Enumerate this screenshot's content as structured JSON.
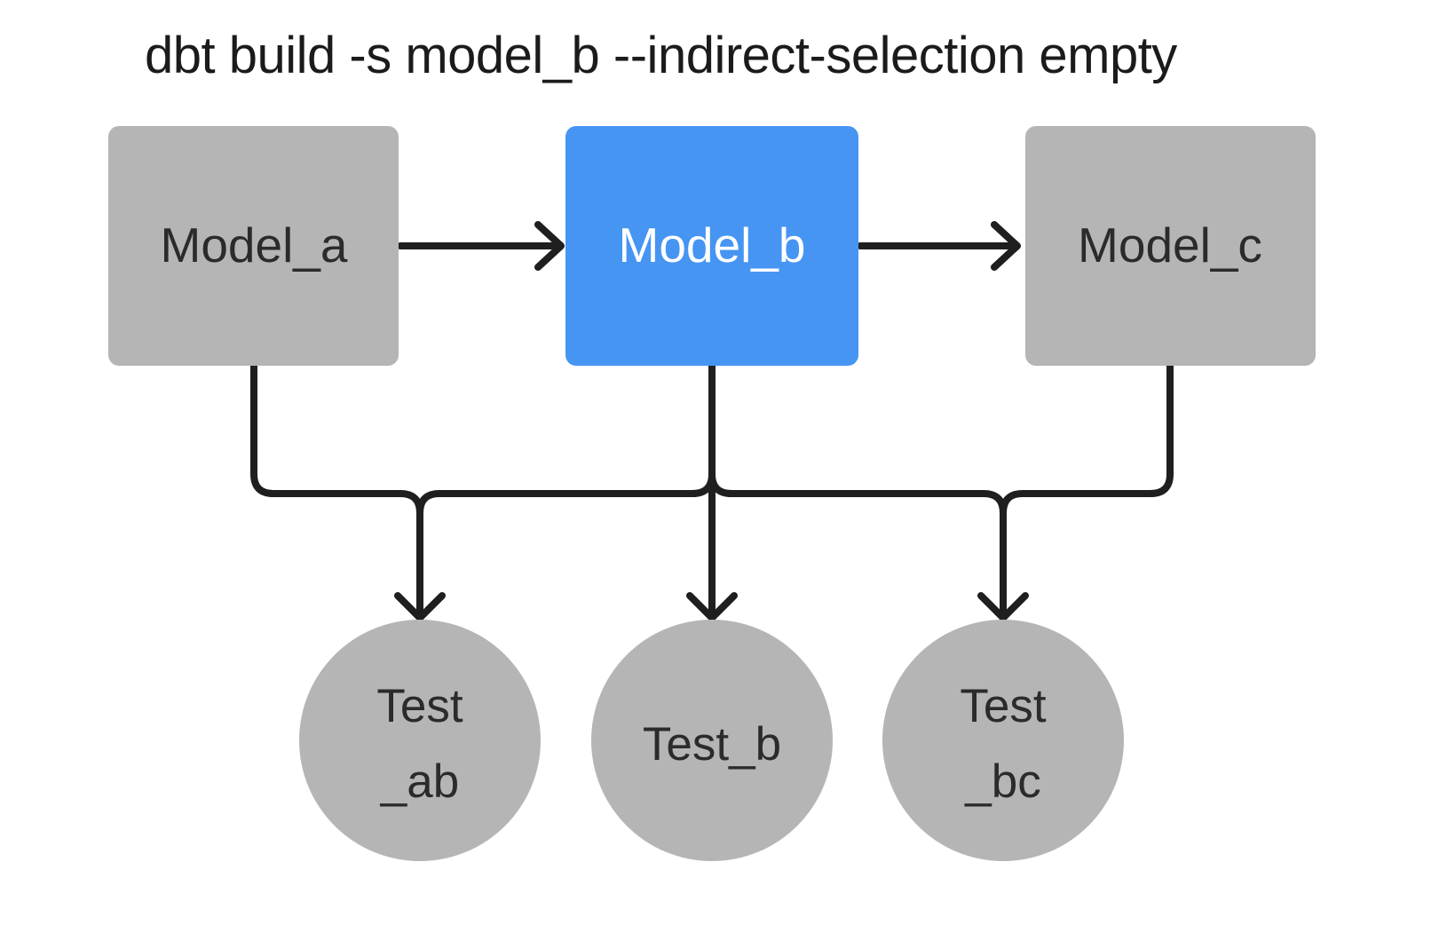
{
  "title": "dbt build -s model_b --indirect-selection empty",
  "colors": {
    "background": "#ffffff",
    "node_gray": "#b5b5b5",
    "selected_blue": "#4695f2",
    "edge": "#1f1f1f",
    "text_dark": "#2b2b2b",
    "text_light": "#ffffff",
    "title_text": "#1b1b1d"
  },
  "models": [
    {
      "id": "model_a",
      "label": "Model_a",
      "selected": false
    },
    {
      "id": "model_b",
      "label": "Model_b",
      "selected": true
    },
    {
      "id": "model_c",
      "label": "Model_c",
      "selected": false
    }
  ],
  "tests": [
    {
      "id": "test_ab",
      "lines": [
        "Test",
        "_ab"
      ]
    },
    {
      "id": "test_b",
      "lines": [
        "Test_b"
      ]
    },
    {
      "id": "test_bc",
      "lines": [
        "Test",
        "_bc"
      ]
    }
  ],
  "edges": [
    {
      "from": "model_a",
      "to": "model_b"
    },
    {
      "from": "model_b",
      "to": "model_c"
    },
    {
      "from": "model_a",
      "to": "test_ab"
    },
    {
      "from": "model_b",
      "to": "test_ab"
    },
    {
      "from": "model_b",
      "to": "test_b"
    },
    {
      "from": "model_b",
      "to": "test_bc"
    },
    {
      "from": "model_c",
      "to": "test_bc"
    }
  ]
}
